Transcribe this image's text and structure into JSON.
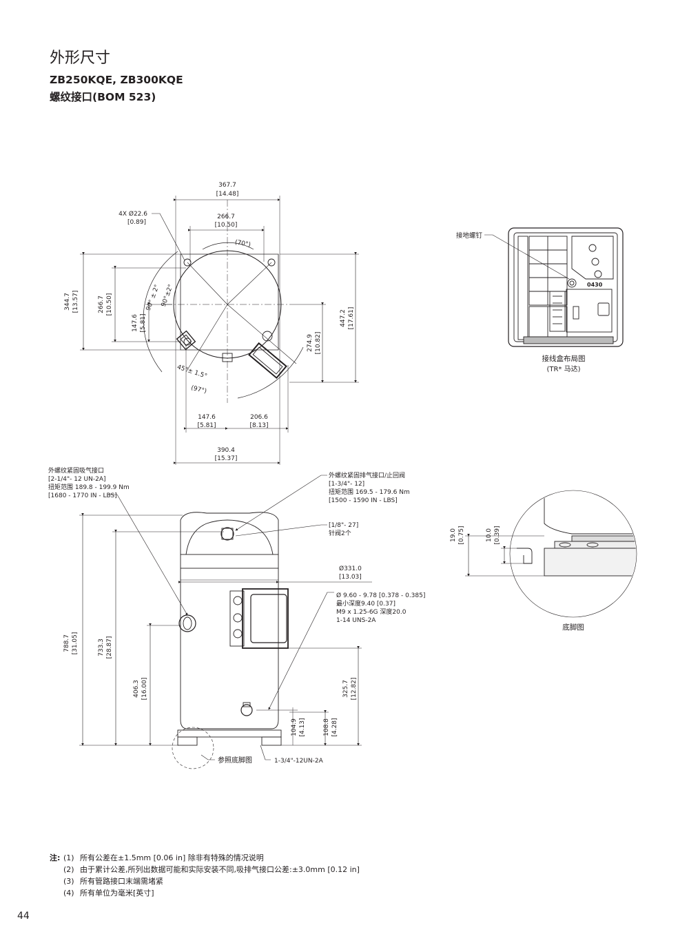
{
  "header": {
    "title": "外形尺寸",
    "models": "ZB250KQE, ZB300KQE",
    "connection": "螺纹接口(BOM 523)"
  },
  "top_view": {
    "dim_overall_width": [
      "367.7",
      "[14.48]"
    ],
    "dim_holes": [
      "4X Ø22.6",
      "[0.89]"
    ],
    "dim_bolt_span": [
      "266.7",
      "[10.50]"
    ],
    "angle_70": "(70°)",
    "angle_90a": "90° ± 2°",
    "angle_90b": "90°±2°",
    "angle_45": "45°± 1.5°",
    "angle_97": "(97°)",
    "dim_left_344": [
      "344.7",
      "[13.57]"
    ],
    "dim_left_266": [
      "266.7",
      "[10.50]"
    ],
    "dim_left_147": [
      "147.6",
      "[5.81]"
    ],
    "dim_right_274": [
      "274.9",
      "[10.82]"
    ],
    "dim_right_447": [
      "447.2",
      "[17.61]"
    ],
    "dim_bottom_147": [
      "147.6",
      "[5.81]"
    ],
    "dim_bottom_206": [
      "206.6",
      "[8.13]"
    ],
    "dim_bottom_390": [
      "390.4",
      "[15.37]"
    ]
  },
  "terminal_box": {
    "ground_screw_label": "接地螺钉",
    "marking": "0430",
    "caption_line1": "接线盒布局图",
    "caption_line2": "(TR* 马达)"
  },
  "side_view": {
    "suction_label": [
      "外螺纹紧固吸气接口",
      "[2-1/4\"- 12 UN-2A]",
      "扭矩范围 189.8 - 199.9 Nm",
      "[1680 - 1770 IN - LBS]"
    ],
    "discharge_label": [
      "外螺纹紧固排气接口/止回阀",
      "[1-3/4\"- 12]",
      "扭矩范围 169.5 - 179.6 Nm",
      "[1500 - 1590 IN - LBS]"
    ],
    "valve_label": [
      "[1/8\"- 27]",
      "针阀2个"
    ],
    "dim_diameter": [
      "Ø331.0",
      "[13.03]"
    ],
    "hole_label": [
      "Ø 9.60 - 9.78 [0.378 - 0.385]",
      "最小深度9.40 [0.37]",
      "M9 x 1.25-6G 深度20.0",
      "1-14 UNS-2A"
    ],
    "dim_788": [
      "788.7",
      "[31.05]"
    ],
    "dim_733": [
      "733.3",
      "[28.87]"
    ],
    "dim_406": [
      "406.3",
      "[16.00]"
    ],
    "dim_325": [
      "325.7",
      "[12.82]"
    ],
    "dim_104": [
      "104.9",
      "[4.13]"
    ],
    "dim_108": [
      "108.8",
      "[4.28]"
    ],
    "foot_ref_label": "参照底脚图",
    "fitting_label": "1-3/4\"-12UN-2A"
  },
  "foot_detail": {
    "dim_19": [
      "19.0",
      "[0.75]"
    ],
    "dim_10": [
      "10.0",
      "[0.39]"
    ],
    "caption": "底脚图"
  },
  "notes": {
    "label": "注:",
    "items": [
      {
        "num": "(1)",
        "text": "所有公差在±1.5mm [0.06 in] 除非有特殊的情况说明"
      },
      {
        "num": "(2)",
        "text": "由于累计公差,所列出数据可能和实际安装不同,吸排气接口公差:±3.0mm [0.12 in]"
      },
      {
        "num": "(3)",
        "text": "所有管路接口末端需堵紧"
      },
      {
        "num": "(4)",
        "text": "所有单位为毫米[英寸]"
      }
    ]
  },
  "page_number": "44"
}
